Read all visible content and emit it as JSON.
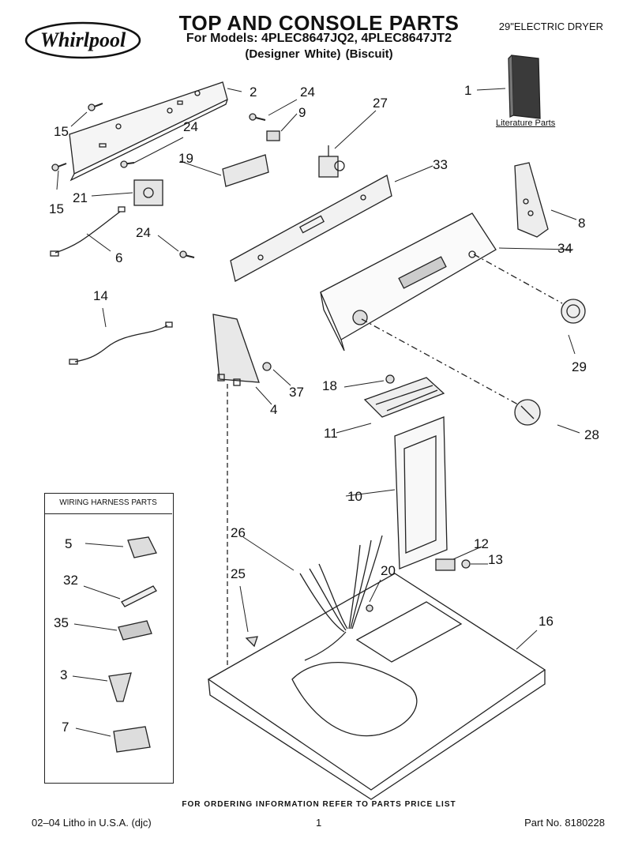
{
  "header": {
    "brand": "Whirlpool",
    "title": "TOP AND CONSOLE PARTS",
    "models": "For Models: 4PLEC8647JQ2, 4PLEC8647JT2",
    "colors": "(Designer White)      (Biscuit)",
    "product": "29\"ELECTRIC DRYER"
  },
  "literature_label": "Literature Parts",
  "harness_box": {
    "title": "WIRING HARNESS PARTS"
  },
  "callouts": [
    "1",
    "2",
    "24",
    "9",
    "27",
    "15",
    "24",
    "19",
    "33",
    "21",
    "15",
    "8",
    "6",
    "24",
    "34",
    "14",
    "29",
    "37",
    "18",
    "4",
    "11",
    "28",
    "10",
    "26",
    "12",
    "20",
    "13",
    "25",
    "16",
    "5",
    "32",
    "35",
    "3",
    "7"
  ],
  "footer": {
    "order_text": "FOR ORDERING INFORMATION REFER TO PARTS PRICE LIST",
    "litho": "02–04 Litho in U.S.A. (djc)",
    "page": "1",
    "part_no": "Part No. 8180228"
  }
}
